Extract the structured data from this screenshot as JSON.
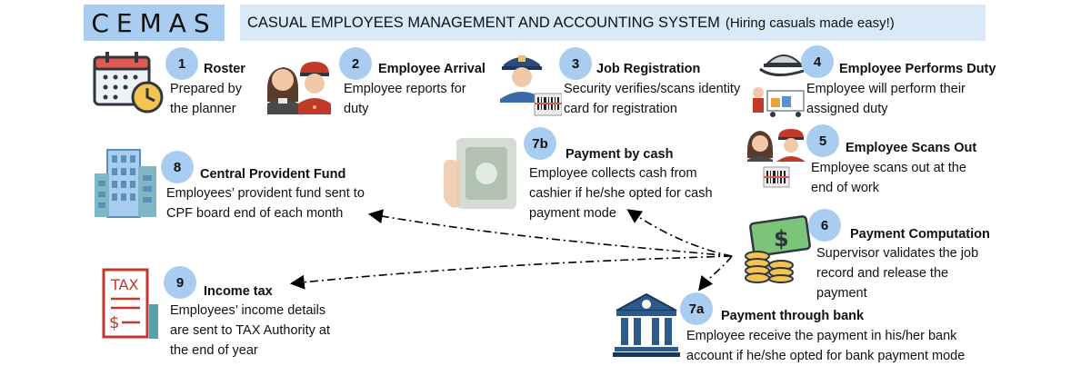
{
  "header": {
    "logo": "CEMAS",
    "title": "CASUAL EMPLOYEES MANAGEMENT AND ACCOUNTING SYSTEM",
    "subtitle": "(Hiring casuals made easy!)"
  },
  "steps": [
    {
      "id": "1",
      "title": "Roster",
      "desc": "Prepared by the planner",
      "icon": "calendar-clock-icon"
    },
    {
      "id": "2",
      "title": "Employee Arrival",
      "desc": "Employee reports for duty",
      "icon": "employees-icon"
    },
    {
      "id": "3",
      "title": "Job Registration",
      "desc": "Security verifies/scans identity card for registration",
      "icon": "security-guard-icon"
    },
    {
      "id": "4",
      "title": "Employee Performs Duty",
      "desc": "Employee will perform their assigned duty",
      "icon": "service-duty-icon"
    },
    {
      "id": "5",
      "title": "Employee Scans Out",
      "desc": "Employee scans out at the end of work",
      "icon": "employees-scan-icon"
    },
    {
      "id": "6",
      "title": "Payment Computation",
      "desc": "Supervisor validates the job record and release the payment",
      "icon": "money-coins-icon"
    },
    {
      "id": "7a",
      "title": "Payment through bank",
      "desc": "Employee receive the payment in his/her bank account if he/she opted for bank payment mode",
      "icon": "bank-icon"
    },
    {
      "id": "7b",
      "title": "Payment by cash",
      "desc": "Employee collects cash from cashier if he/she opted for cash payment mode",
      "icon": "cash-hand-icon"
    },
    {
      "id": "8",
      "title": "Central Provident Fund",
      "desc": "Employees’ provident fund sent to CPF board end of each month",
      "icon": "building-icon"
    },
    {
      "id": "9",
      "title": "Income tax",
      "desc": "Employees’ income details are sent to TAX Authority at the end of year",
      "icon": "tax-document-icon"
    }
  ],
  "tax_icon_text": "TAX",
  "colors": {
    "badge": "#a9cdf0",
    "logo_bg": "#a9cdf0",
    "title_bg": "#d9e9f7"
  }
}
